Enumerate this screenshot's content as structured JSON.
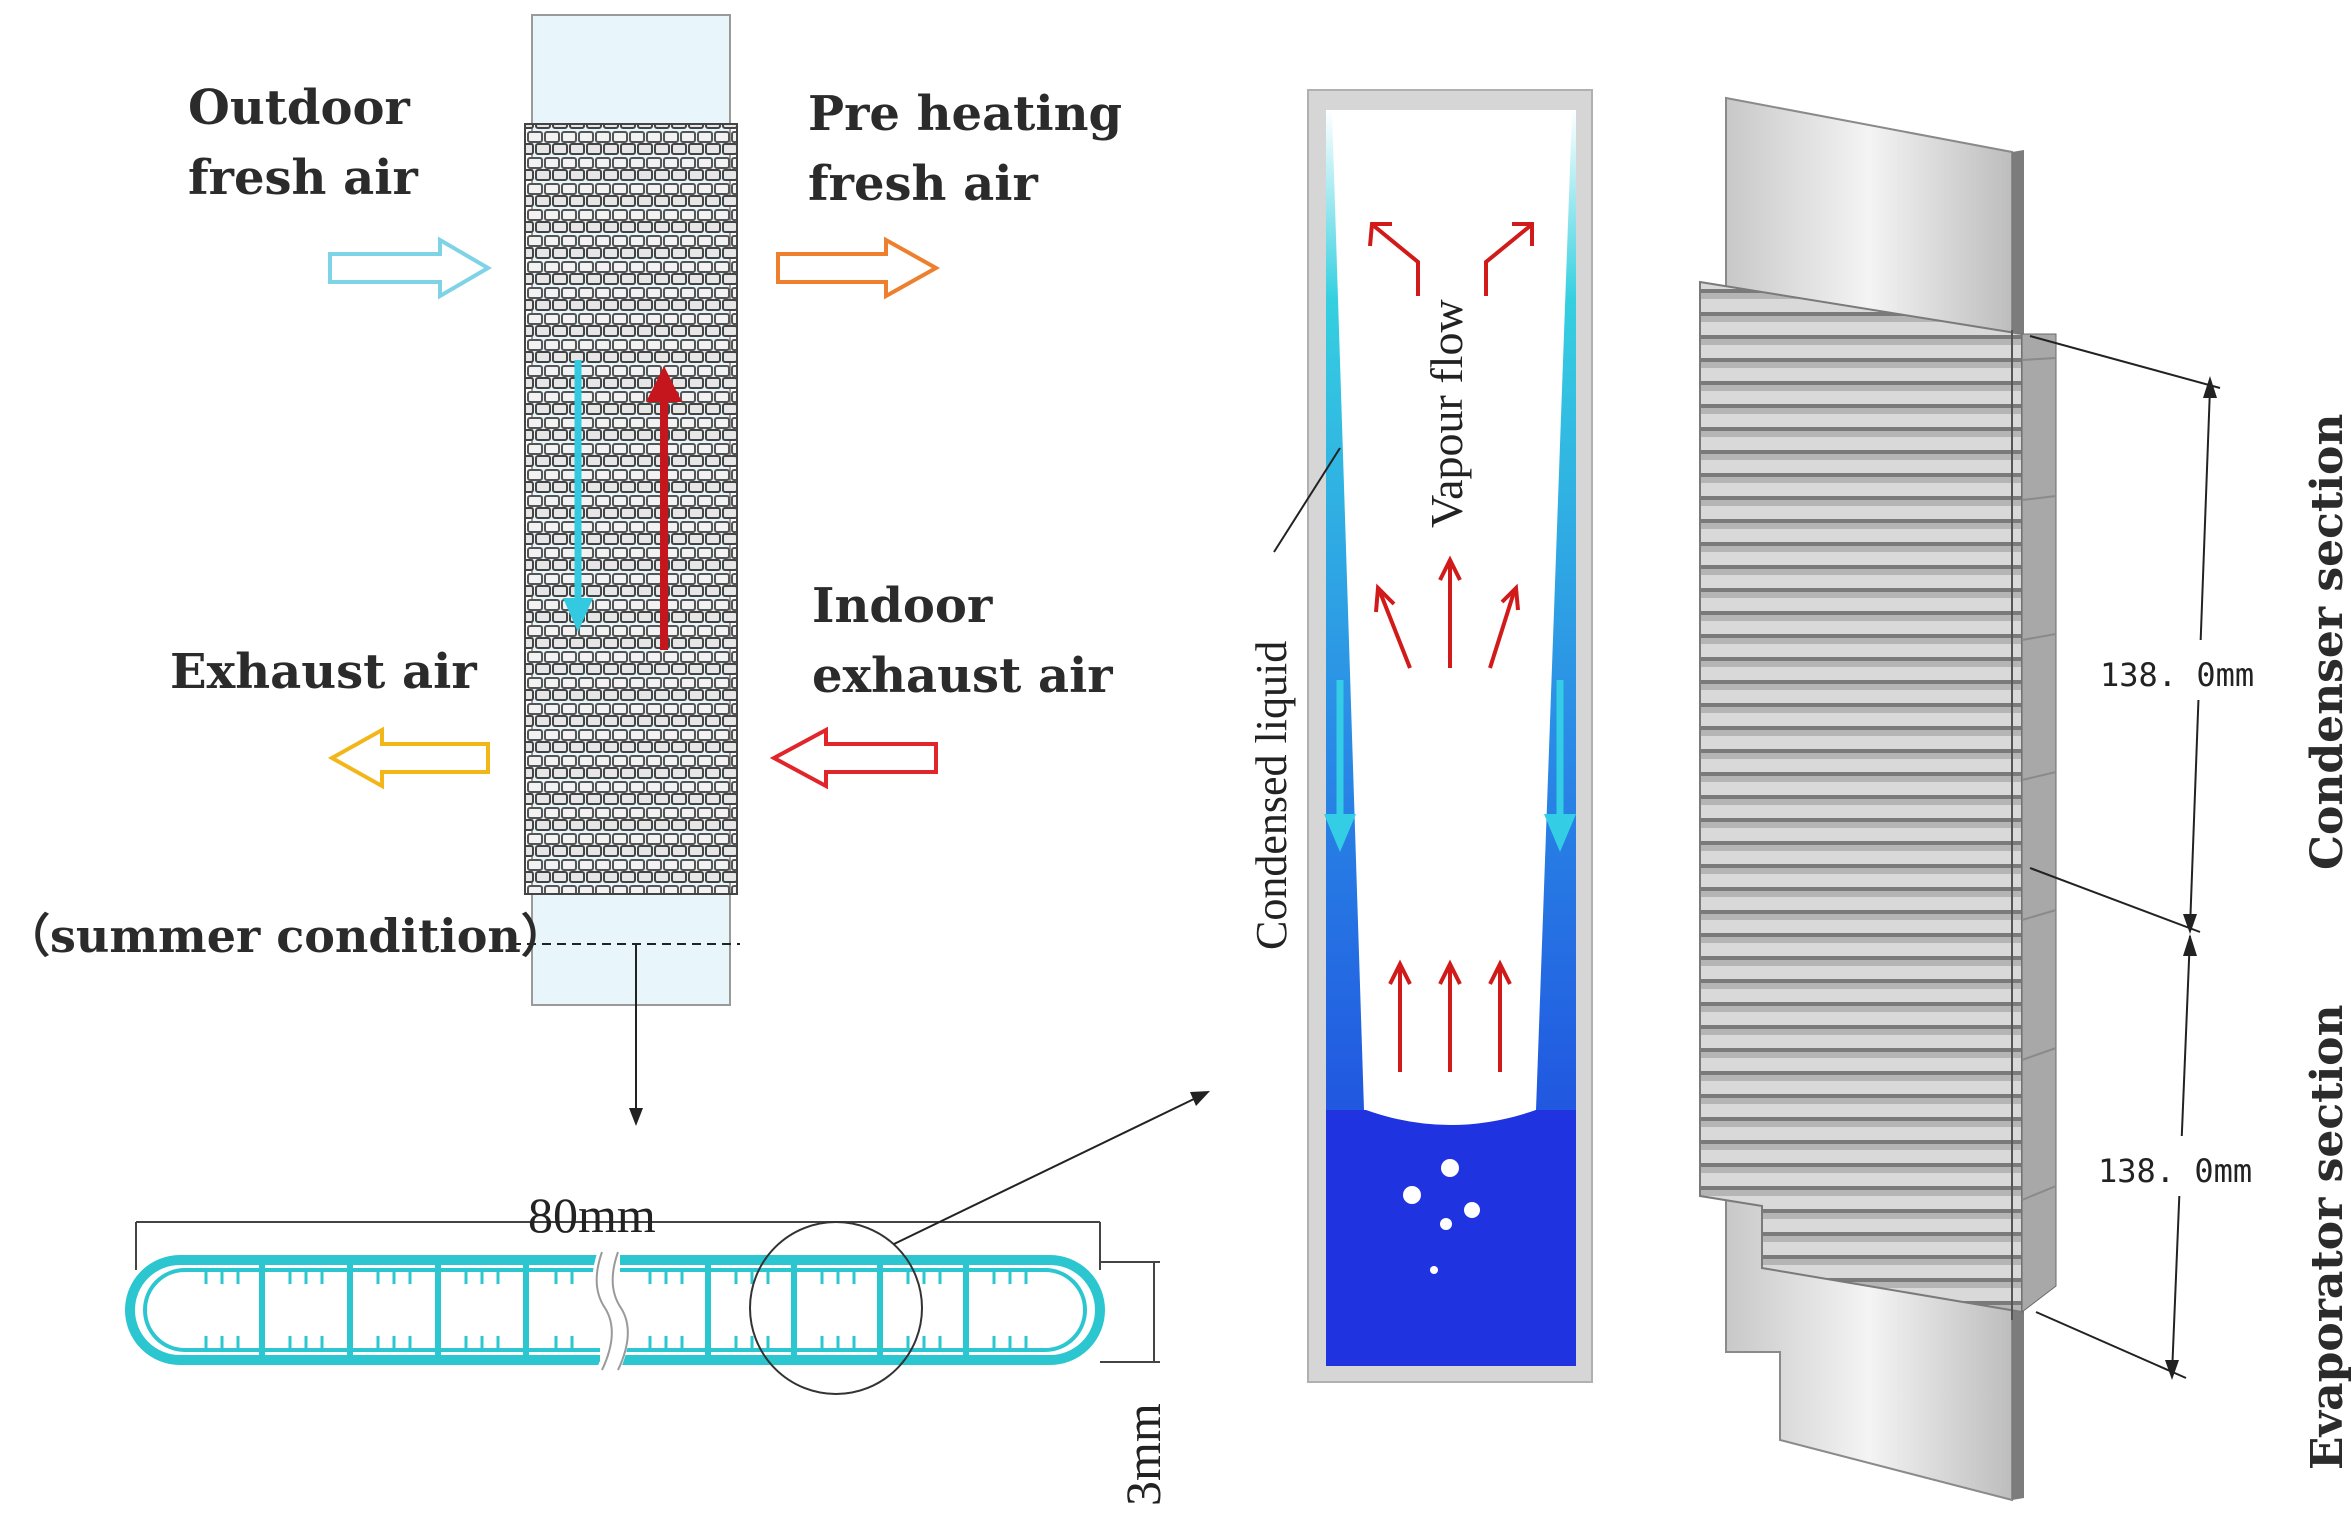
{
  "labels": {
    "outdoor_l1": "Outdoor",
    "outdoor_l2": "fresh air",
    "preheat_l1": "Pre heating",
    "preheat_l2": "fresh air",
    "indoor_l1": "Indoor",
    "indoor_l2": "exhaust air",
    "exhaust": "Exhaust air",
    "summer": "（summer condition）",
    "vapour": "Vapour flow",
    "condensed": "Condensed liquid",
    "condenser": "Condenser section",
    "evaporator": "Evaporator section",
    "dim_top": "138. 0mm",
    "dim_bottom": "138. 0mm",
    "width": "80mm",
    "thickness": "3mm"
  },
  "colors": {
    "cold_arrow": "#7fd3e6",
    "preheat_arrow": "#ee7f2e",
    "exhaust_arrow": "#f2b619",
    "indoor_arrow": "#e0262a",
    "vapour_arrow": "#d11a1a",
    "liquid": "#22c4dc",
    "pipe_fill": "#1f33e0",
    "microchannel": "#2bc6cf"
  }
}
